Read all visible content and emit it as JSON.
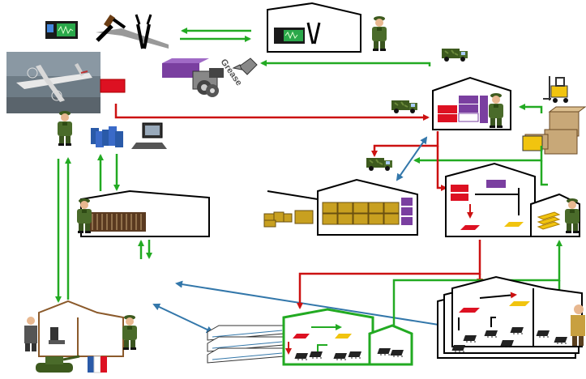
{
  "diagram": {
    "type": "military-logistics-flow",
    "labels": {
      "grease": "Grease"
    },
    "colors": {
      "supply_flow": "#22aa22",
      "return_flow": "#cc1111",
      "info_flow": "#3377aa",
      "building": "#000000",
      "soldier_uniform": "#4a6b2a",
      "crate_purple": "#7a3fa0",
      "crate_red": "#dd1122",
      "truck": "#3d5a1e"
    },
    "nodes": [
      {
        "id": "aircraft",
        "name": "aircraft-photo"
      },
      {
        "id": "tool-shop",
        "name": "tool-shop-building"
      },
      {
        "id": "parts",
        "name": "spare-parts-pile"
      },
      {
        "id": "main-depot",
        "name": "main-depot-building"
      },
      {
        "id": "supplier",
        "name": "supplier-crates"
      },
      {
        "id": "warehouse",
        "name": "warehouse-building"
      },
      {
        "id": "sorting",
        "name": "sorting-facility-building"
      },
      {
        "id": "library",
        "name": "technical-library-building"
      },
      {
        "id": "unit-hq",
        "name": "unit-hq-building"
      },
      {
        "id": "distribution-center",
        "name": "distribution-center-building"
      },
      {
        "id": "large-facility",
        "name": "large-facility-building"
      }
    ]
  }
}
